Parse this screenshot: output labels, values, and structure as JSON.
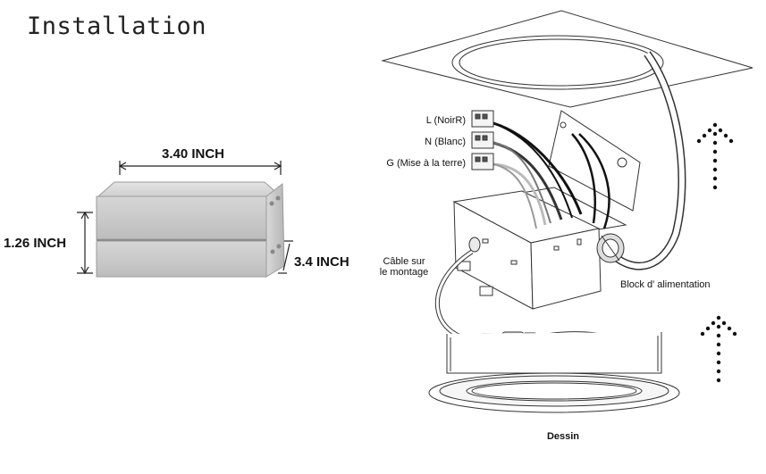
{
  "title": "Installation",
  "dimensions": {
    "width": "3.40 INCH",
    "height": "1.26 INCH",
    "depth": "3.4 INCH"
  },
  "wires": {
    "line": "L (NoirR)",
    "neutral": "N (Blanc)",
    "ground": "G (Mise à la terre)"
  },
  "labels": {
    "cable_line1": "Câble sur",
    "cable_line2": "le montage",
    "power_block": "Block d' alimentation",
    "drawing": "Dessin"
  }
}
